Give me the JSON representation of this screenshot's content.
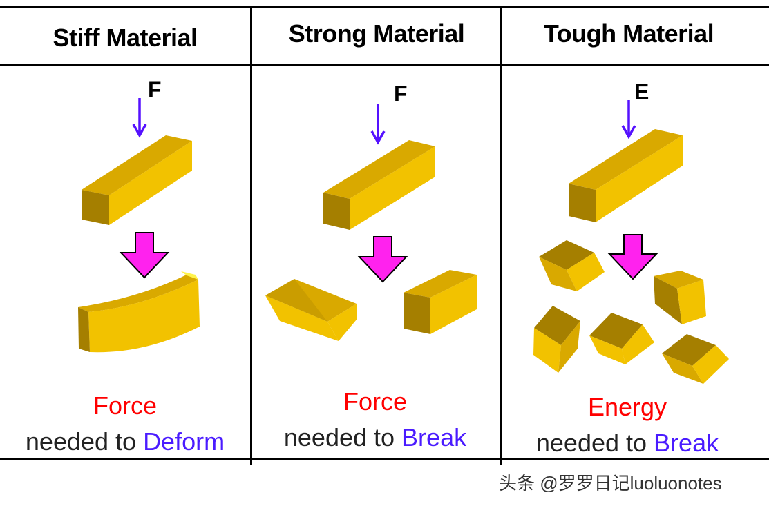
{
  "panels": [
    {
      "title": "Stiff Material",
      "symbol": "F",
      "cap_top": "Force",
      "cap_prefix": "needed to ",
      "cap_verb": "Deform"
    },
    {
      "title": "Strong Material",
      "symbol": "F",
      "cap_top": "Force",
      "cap_prefix": "needed to ",
      "cap_verb": "Break"
    },
    {
      "title": "Tough Material",
      "symbol": "E",
      "cap_top": "Energy",
      "cap_prefix": "needed to ",
      "cap_verb": "Break"
    }
  ],
  "footer": "头条 @罗罗日记luoluonotes",
  "colors": {
    "block_front": "#f2c200",
    "block_top": "#d9a900",
    "block_side": "#a57f00",
    "force_arrow": "#5511ff",
    "transition_arrow": "#ff22ee",
    "highlight_red": "#ff0000",
    "highlight_blue": "#4a1bff"
  }
}
